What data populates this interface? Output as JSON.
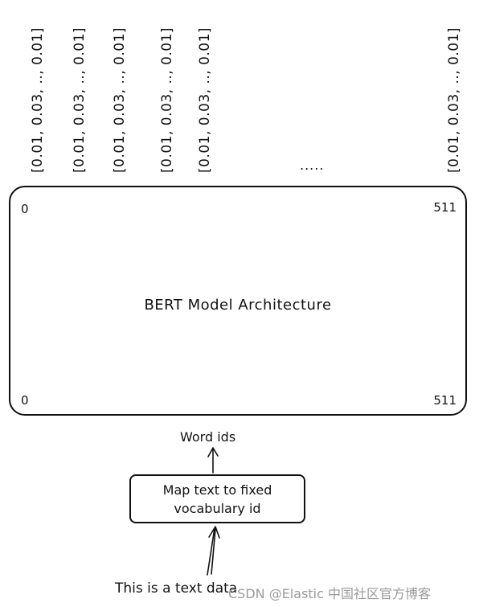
{
  "vectors": [
    "[0.01, 0.03, .., 0.01]",
    "[0.01, 0.03, .., 0.01]",
    "[0.01, 0.03, .., 0.01]",
    "[0.01, 0.03, .., 0.01]",
    "[0.01, 0.03, .., 0.01]",
    "[0.01, 0.03, .., 0.01]"
  ],
  "ellipsis": ".....",
  "model": {
    "title": "BERT Model Architecture",
    "top_left_index": "0",
    "top_right_index": "511",
    "bottom_left_index": "0",
    "bottom_right_index": "511"
  },
  "word_ids_label": "Word ids",
  "mapping_box": {
    "line1": "Map text to fixed",
    "line2": "vocabulary id"
  },
  "input_label": "This is a text data",
  "watermark": "CSDN @Elastic 中国社区官方博客"
}
